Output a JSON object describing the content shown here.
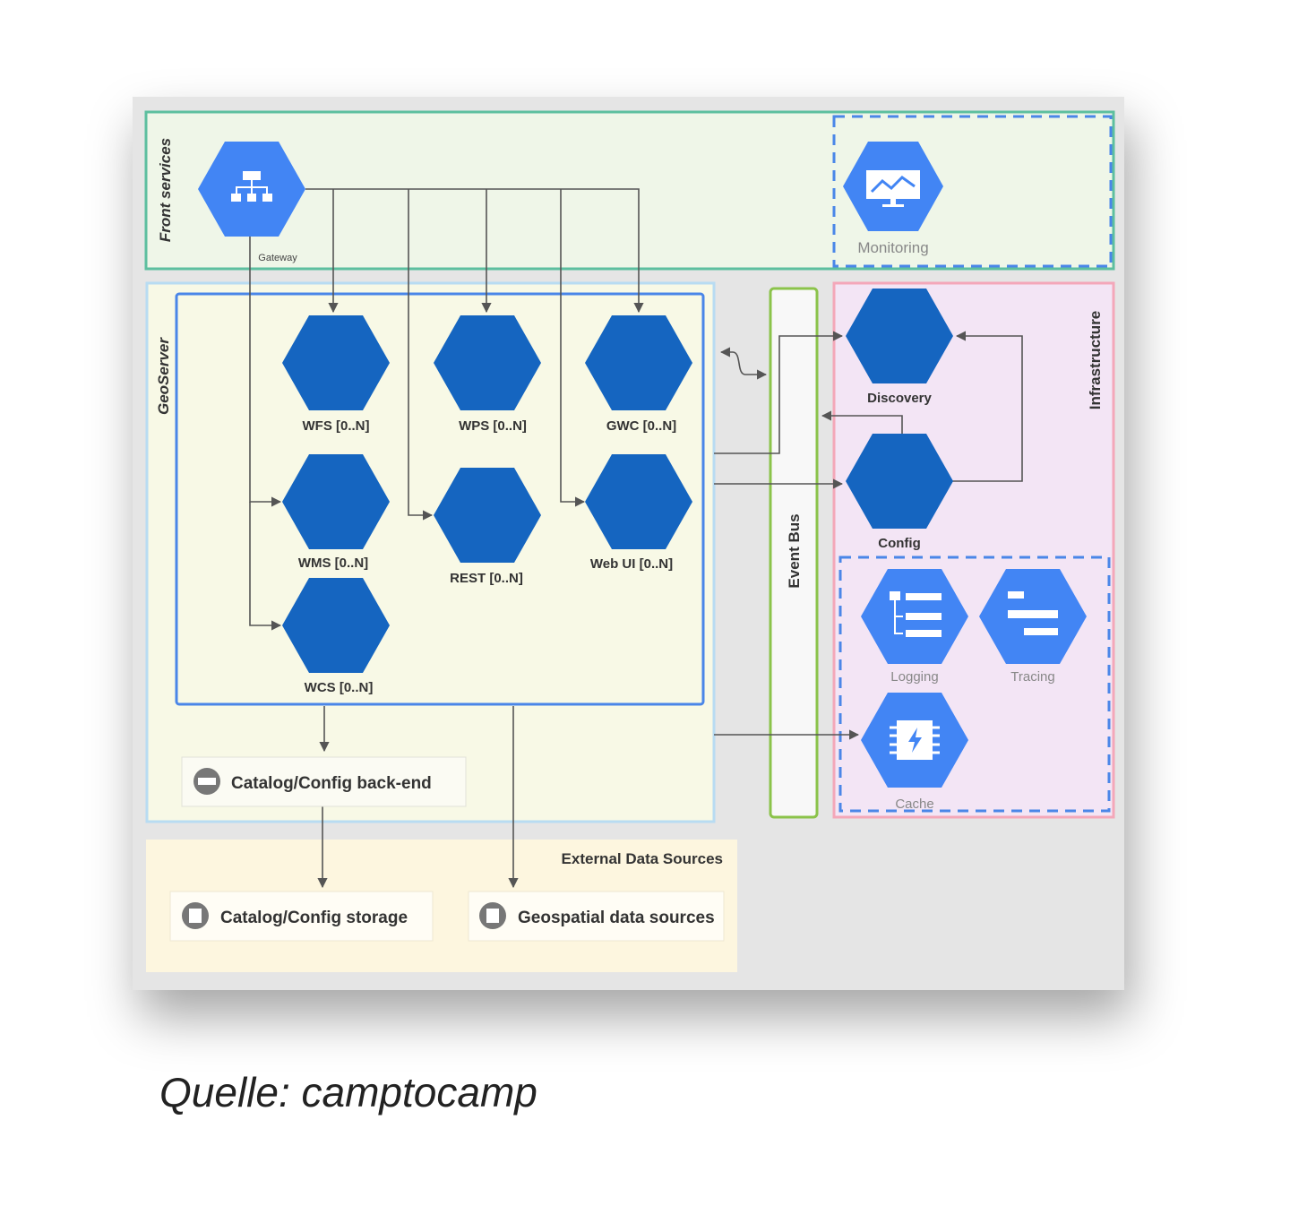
{
  "groups": {
    "front_services": "Front services",
    "geoserver": "GeoServer",
    "infrastructure": "Infrastructure",
    "event_bus": "Event Bus",
    "external_data_sources": "External Data Sources"
  },
  "front": {
    "gateway": "Gateway",
    "monitoring": "Monitoring"
  },
  "services": {
    "wfs": "WFS [0..N]",
    "wps": "WPS [0..N]",
    "gwc": "GWC [0..N]",
    "wms": "WMS [0..N]",
    "rest": "REST  [0..N]",
    "webui": "Web UI [0..N]",
    "wcs": "WCS [0..N]"
  },
  "infra": {
    "discovery": "Discovery",
    "config": "Config",
    "logging": "Logging",
    "tracing": "Tracing",
    "cache": "Cache"
  },
  "storage": {
    "backend": "Catalog/Config back-end",
    "catalog_storage": "Catalog/Config storage",
    "geospatial": "Geospatial data sources"
  },
  "caption": "Quelle: camptocamp",
  "colors": {
    "dark_hex": "#1565c0",
    "light_hex": "#4285f4"
  }
}
